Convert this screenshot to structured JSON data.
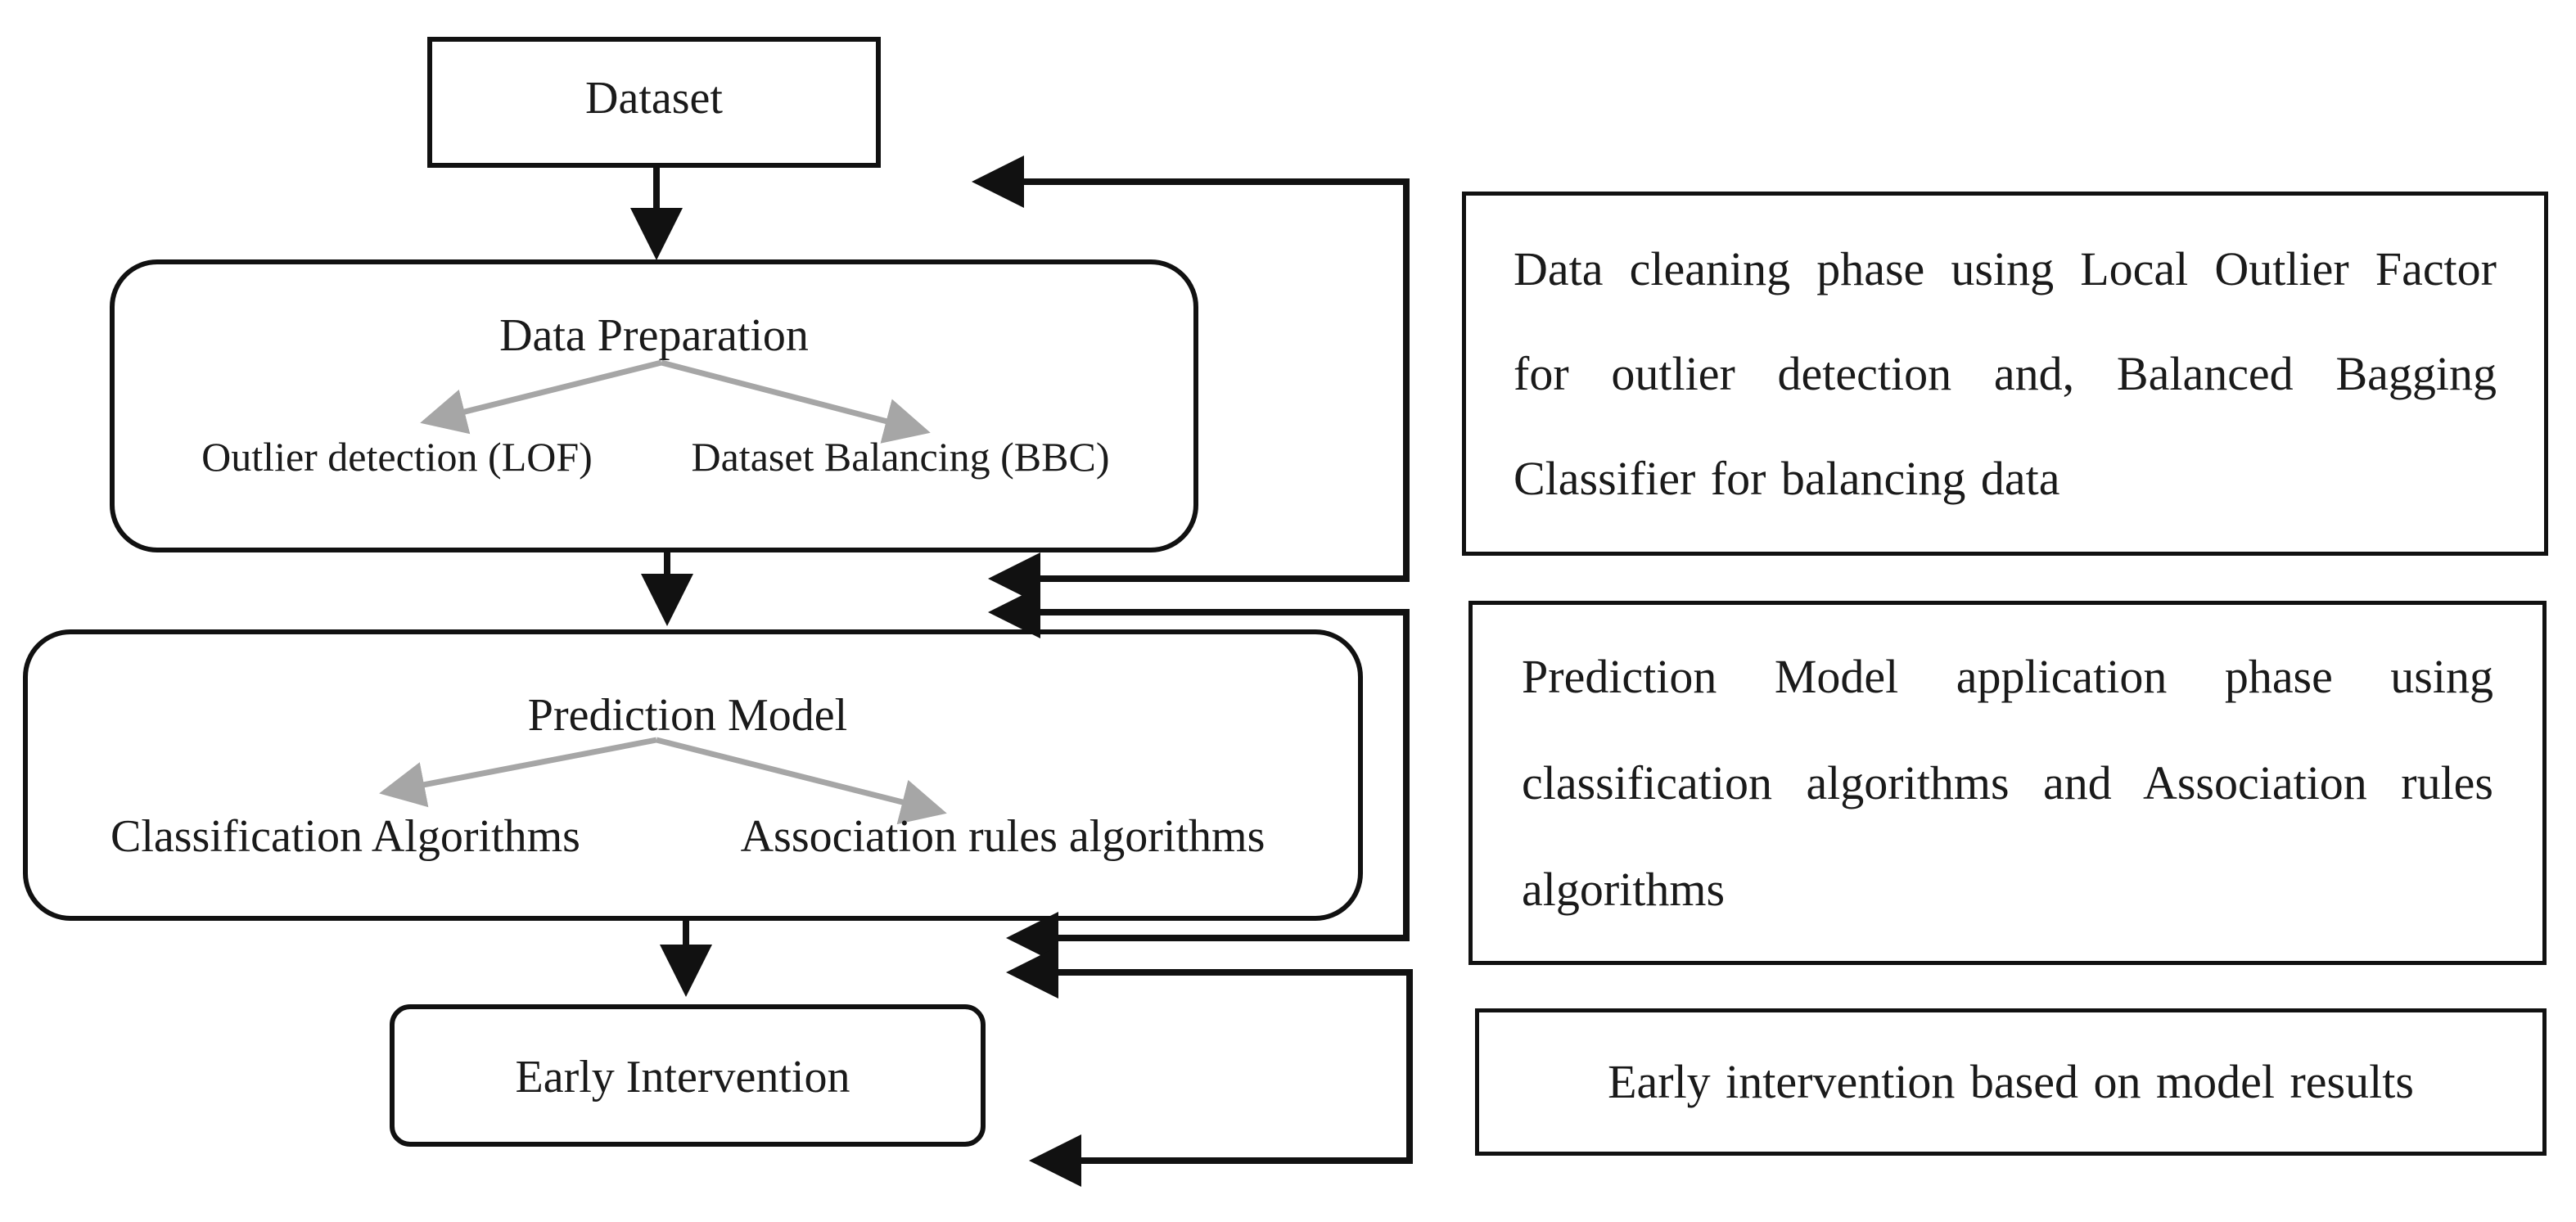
{
  "flow": {
    "dataset": "Dataset",
    "data_preparation": {
      "title": "Data Preparation",
      "left_branch": "Outlier detection (LOF)",
      "right_branch": "Dataset Balancing (BBC)"
    },
    "prediction_model": {
      "title": "Prediction Model",
      "left_branch": "Classification Algorithms",
      "right_branch": "Association rules algorithms"
    },
    "early_intervention": "Early Intervention"
  },
  "notes": {
    "data_cleaning": "Data cleaning phase using Local Outlier Factor for outlier detection and, Balanced Bagging Classifier for balancing data",
    "prediction_phase": "Prediction Model application phase using classification algorithms and Association rules algorithms",
    "intervention": "Early intervention based on model results"
  },
  "colors": {
    "stroke": "#111111",
    "branch_arrow": "#a6a6a6",
    "text": "#1a1a1a"
  }
}
